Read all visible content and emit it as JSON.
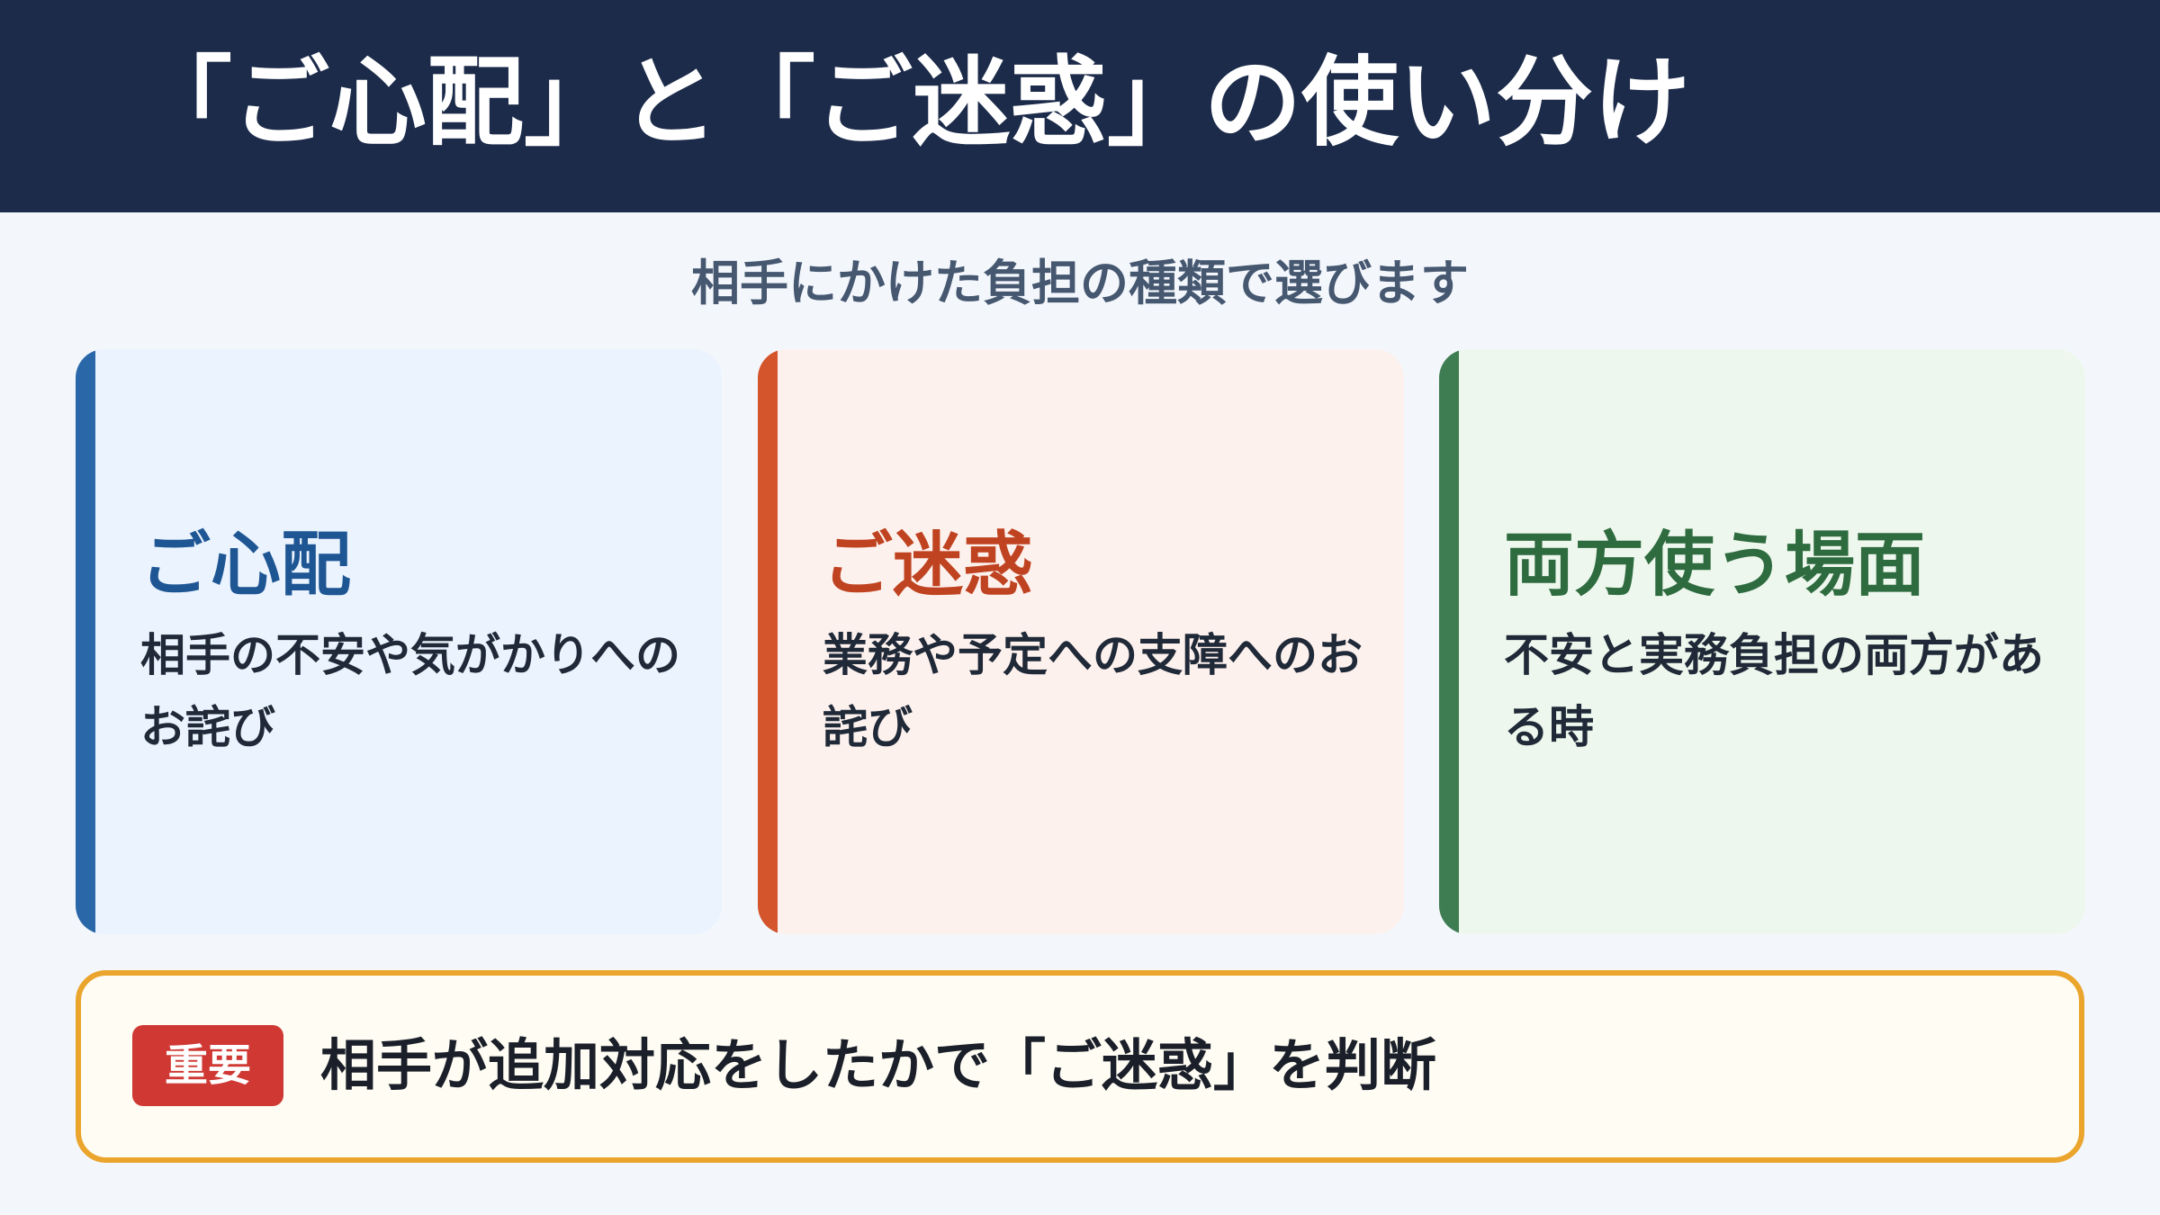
{
  "header": {
    "title": "「ご心配」と「ご迷惑」の使い分け"
  },
  "subtitle": "相手にかけた負担の種類で選びます",
  "cards": [
    {
      "title": "ご心配",
      "description": "相手の不安や気がかりへのお詫び"
    },
    {
      "title": "ご迷惑",
      "description": "業務や予定への支障へのお詫び"
    },
    {
      "title": "両方使う場面",
      "description": "不安と実務負担の両方がある時"
    }
  ],
  "callout": {
    "badge": "重要",
    "text": "相手が追加対応をしたかで「ご迷惑」を判断"
  },
  "colors": {
    "header_bg": "#1c2b4a",
    "card1_accent": "#2a67a8",
    "card2_accent": "#d4552c",
    "card3_accent": "#3e7c52",
    "callout_border": "#eba42c",
    "badge_bg": "#cf3833"
  }
}
